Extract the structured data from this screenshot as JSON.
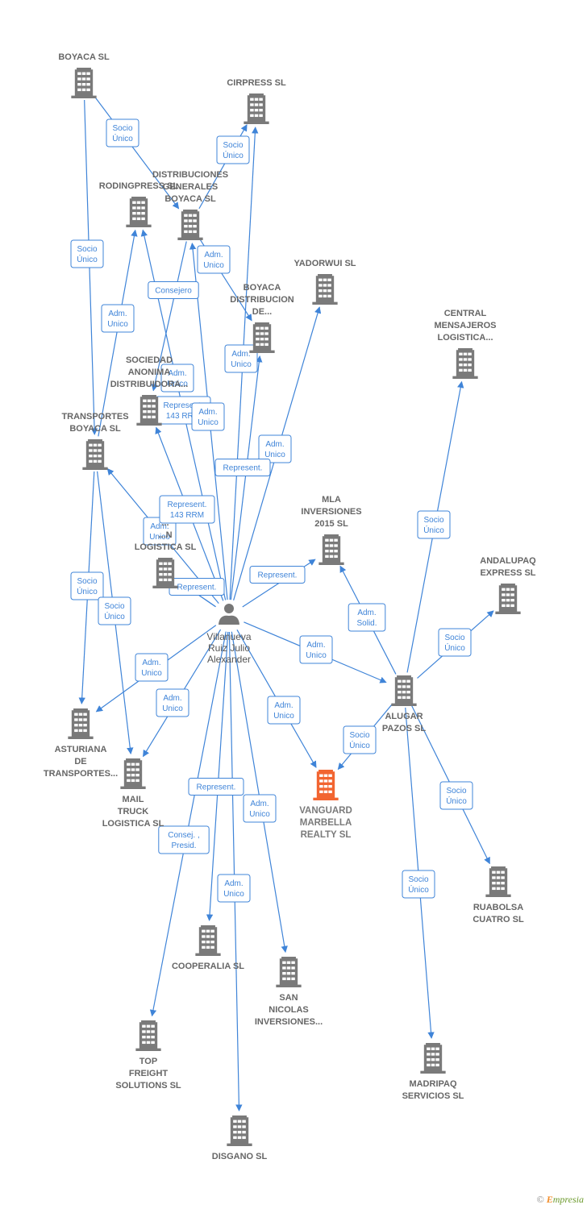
{
  "colors": {
    "edge": "#3f84d8",
    "building": "#7a7a7a",
    "highlight": "#f26531",
    "person": "#777777"
  },
  "person": {
    "id": "p",
    "label": [
      "Villanueva",
      "Ruiz Julio",
      "Alexander"
    ]
  },
  "nodes": [
    {
      "id": "boyaca",
      "label": [
        "BOYACA  SL"
      ]
    },
    {
      "id": "cirpress",
      "label": [
        "CIRPRESS SL"
      ]
    },
    {
      "id": "rodingpress",
      "label": [
        "RODINGPRESS SL"
      ]
    },
    {
      "id": "distgenerales",
      "label": [
        "DISTRIBUCIONES",
        "GENERALES",
        "BOYACA SL"
      ]
    },
    {
      "id": "yadorwui",
      "label": [
        "YADORWUI SL"
      ]
    },
    {
      "id": "boyacadist",
      "label": [
        "BOYACA",
        "DISTRIBUCION",
        "DE..."
      ]
    },
    {
      "id": "central",
      "label": [
        "CENTRAL",
        "MENSAJEROS",
        "LOGISTICA..."
      ]
    },
    {
      "id": "sociedad",
      "label": [
        "SOCIEDAD",
        "ANONIMA",
        "DISTRIBUIDORA..."
      ]
    },
    {
      "id": "transboyaca",
      "label": [
        "TRANSPORTES",
        "BOYACA SL"
      ]
    },
    {
      "id": "mla",
      "label": [
        "MLA",
        "INVERSIONES",
        "2015  SL"
      ]
    },
    {
      "id": "andalupaq",
      "label": [
        "ANDALUPAQ",
        "EXPRESS SL"
      ]
    },
    {
      "id": "logistica",
      "label": [
        "...",
        "...N",
        "LOGISTICA SL"
      ]
    },
    {
      "id": "alugar",
      "label": [
        "ALUGAR",
        "PAZOS SL"
      ]
    },
    {
      "id": "asturiana",
      "label": [
        "ASTURIANA",
        "DE",
        "TRANSPORTES..."
      ]
    },
    {
      "id": "mailtruck",
      "label": [
        "MAIL",
        "TRUCK",
        "LOGISTICA  SL"
      ]
    },
    {
      "id": "vanguard",
      "label": [
        "VANGUARD",
        "MARBELLA",
        "REALTY  SL"
      ],
      "highlight": true
    },
    {
      "id": "ruabolsa",
      "label": [
        "RUABOLSA",
        "CUATRO  SL"
      ]
    },
    {
      "id": "cooperalia",
      "label": [
        "COOPERALIA SL"
      ]
    },
    {
      "id": "sannicolas",
      "label": [
        "SAN",
        "NICOLAS",
        "INVERSIONES..."
      ]
    },
    {
      "id": "topfreight",
      "label": [
        "TOP",
        "FREIGHT",
        "SOLUTIONS SL"
      ]
    },
    {
      "id": "madripaq",
      "label": [
        "MADRIPAQ",
        "SERVICIOS SL"
      ]
    },
    {
      "id": "disgano",
      "label": [
        "DISGANO SL"
      ]
    }
  ],
  "edges": [
    {
      "from": "boyaca",
      "to": "distgenerales",
      "label": [
        "Socio",
        "Único"
      ]
    },
    {
      "from": "boyaca",
      "to": "transboyaca",
      "label": [
        "Socio",
        "Único"
      ]
    },
    {
      "from": "distgenerales",
      "to": "cirpress",
      "label": [
        "Socio",
        "Único"
      ]
    },
    {
      "from": "distgenerales",
      "to": "boyacadist",
      "label": [
        "Adm.",
        "Unico"
      ]
    },
    {
      "from": "transboyaca",
      "to": "rodingpress",
      "label": [
        "Adm.",
        "Unico"
      ]
    },
    {
      "from": "distgenerales",
      "to": "sociedad",
      "label": [
        "Consejero"
      ]
    },
    {
      "from": "p",
      "to": "cirpress",
      "label": [
        "Adm.",
        "Unico"
      ]
    },
    {
      "from": "p",
      "to": "yadorwui",
      "label": [
        "Adm.",
        "Unico"
      ]
    },
    {
      "from": "p",
      "to": "boyacadist",
      "label": [
        "Represent."
      ]
    },
    {
      "from": "p",
      "to": "rodingpress",
      "label": [
        "Adm.",
        "Unico"
      ]
    },
    {
      "from": "p",
      "to": "distgenerales",
      "label": [
        "Represent.",
        "143 RRM"
      ]
    },
    {
      "from": "p",
      "to": "sociedad",
      "label": [
        "Adm.",
        "Unico"
      ]
    },
    {
      "from": "p",
      "to": "transboyaca",
      "label": [
        "Adm.",
        "Unico"
      ]
    },
    {
      "from": "p",
      "to": "logistica",
      "label": [
        "Represent.",
        "143 RRM"
      ]
    },
    {
      "from": "p",
      "to": "logistica",
      "label": [
        "Represent."
      ]
    },
    {
      "from": "p",
      "to": "mla",
      "label": [
        "Represent."
      ]
    },
    {
      "from": "transboyaca",
      "to": "asturiana",
      "label": [
        "Socio",
        "Único"
      ]
    },
    {
      "from": "transboyaca",
      "to": "mailtruck",
      "label": [
        "Socio",
        "Único"
      ]
    },
    {
      "from": "p",
      "to": "asturiana",
      "label": [
        "Adm.",
        "Unico"
      ]
    },
    {
      "from": "p",
      "to": "mailtruck",
      "label": [
        "Adm.",
        "Unico"
      ]
    },
    {
      "from": "p",
      "to": "alugar",
      "label": [
        "Adm.",
        "Unico"
      ]
    },
    {
      "from": "p",
      "to": "vanguard",
      "label": [
        "Adm.",
        "Unico"
      ]
    },
    {
      "from": "alugar",
      "to": "mla",
      "label": [
        "Adm.",
        "Solid."
      ]
    },
    {
      "from": "alugar",
      "to": "central",
      "label": [
        "Socio",
        "Único"
      ]
    },
    {
      "from": "alugar",
      "to": "andalupaq",
      "label": [
        "Socio",
        "Único"
      ]
    },
    {
      "from": "alugar",
      "to": "vanguard",
      "label": [
        "Socio",
        "Único"
      ]
    },
    {
      "from": "alugar",
      "to": "ruabolsa",
      "label": [
        "Socio",
        "Único"
      ]
    },
    {
      "from": "alugar",
      "to": "madripaq",
      "label": [
        "Socio",
        "Único"
      ]
    },
    {
      "from": "p",
      "to": "cooperalia",
      "label": [
        "Represent."
      ]
    },
    {
      "from": "p",
      "to": "sannicolas",
      "label": [
        "Adm.",
        "Unico"
      ]
    },
    {
      "from": "p",
      "to": "topfreight",
      "label": [
        "Consej. ,",
        "Presid."
      ]
    },
    {
      "from": "p",
      "to": "disgano",
      "label": [
        "Adm.",
        "Unico"
      ]
    }
  ],
  "credit": {
    "symbol": "©",
    "brand_e": "E",
    "brand_rest": "mpresia"
  }
}
